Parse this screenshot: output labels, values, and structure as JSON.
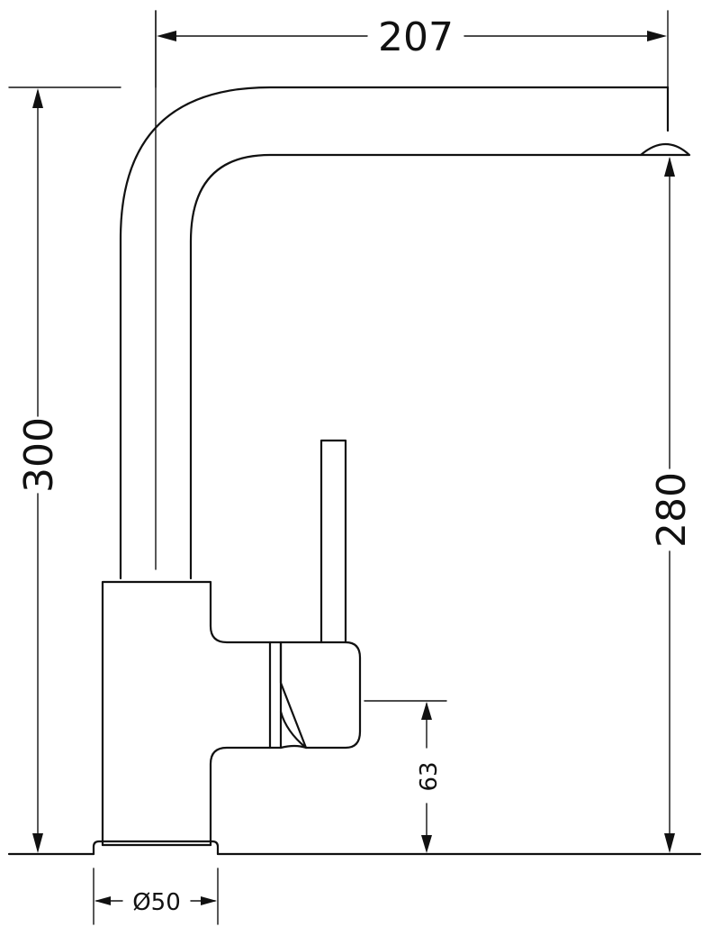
{
  "dimensions": {
    "overall_reach": "207",
    "overall_height": "300",
    "spout_height": "280",
    "outlet_offset": "63",
    "base_diameter": "Ø50"
  }
}
